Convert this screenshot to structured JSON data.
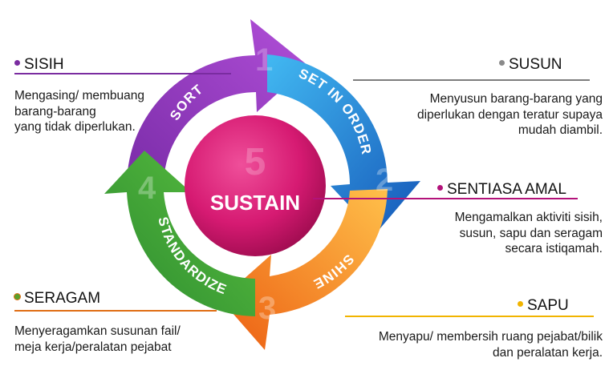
{
  "colors": {
    "sort": "#8e2fb9",
    "set_in_order": "#1f8de0",
    "shine": "#f7961d",
    "standardize": "#2f9e3a",
    "sustain": "#d61a72",
    "sisih": "#7a2ca0",
    "susun": "#7d7d7d",
    "sentiasa_amal": "#b3127a",
    "sapu": "#f1b400",
    "seragam": "#e06d14"
  },
  "center": {
    "label": "SUSTAIN",
    "number": "5"
  },
  "arrows": [
    {
      "label": "SORT",
      "number": "1"
    },
    {
      "label": "SET IN ORDER",
      "number": "2"
    },
    {
      "label": "SHINE",
      "number": "3"
    },
    {
      "label": "STANDARDIZE",
      "number": "4"
    }
  ],
  "items": {
    "sisih": {
      "title": "SISIH",
      "desc": [
        "Mengasing/ membuang",
        "barang-barang",
        "yang tidak diperlukan."
      ]
    },
    "susun": {
      "title": "SUSUN",
      "desc": [
        "Menyusun barang-barang yang",
        "diperlukan dengan teratur supaya",
        "mudah diambil."
      ]
    },
    "sentiasa_amal": {
      "title": "SENTIASA AMAL",
      "desc": [
        "Mengamalkan aktiviti sisih,",
        "susun, sapu dan seragam",
        "secara istiqamah."
      ]
    },
    "sapu": {
      "title": "SAPU",
      "desc": [
        "Menyapu/ membersih ruang pejabat/bilik",
        "dan peralatan kerja."
      ]
    },
    "seragam": {
      "title": "SERAGAM",
      "desc": [
        "Menyeragamkan susunan fail/",
        "meja kerja/peralatan pejabat"
      ]
    }
  }
}
